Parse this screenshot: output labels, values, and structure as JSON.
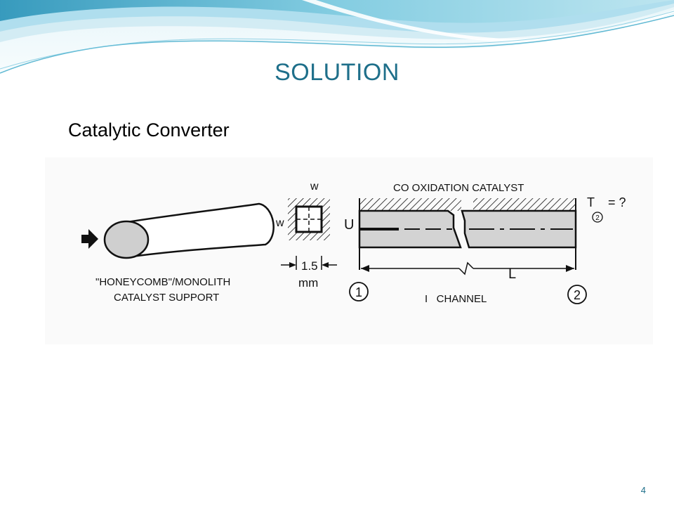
{
  "slide": {
    "title": "SOLUTION",
    "subtitle": "Catalytic Converter",
    "page_number": "4"
  },
  "diagram": {
    "support_label_line1": "\"HONEYCOMB\"/MONOLITH",
    "support_label_line2": "CATALYST SUPPORT",
    "cell_top_label": "w",
    "cell_side_label": "w",
    "cell_width_value": "1.5",
    "cell_width_unit": "mm",
    "velocity_label": "U",
    "catalyst_label": "CO OXIDATION CATALYST",
    "outlet_temp_label": "T",
    "outlet_temp_query": "= ?",
    "outlet_temp_subscript": "2",
    "station_1": "1",
    "station_2": "2",
    "length_label": "L",
    "channel_label": "I   CHANNEL"
  },
  "colors": {
    "title": "#1e6f8a",
    "banner_light": "#dff3f8",
    "banner_mid": "#8fd3e6",
    "banner_dark": "#3aa7c8",
    "channel_fill": "#d3d3d3"
  }
}
